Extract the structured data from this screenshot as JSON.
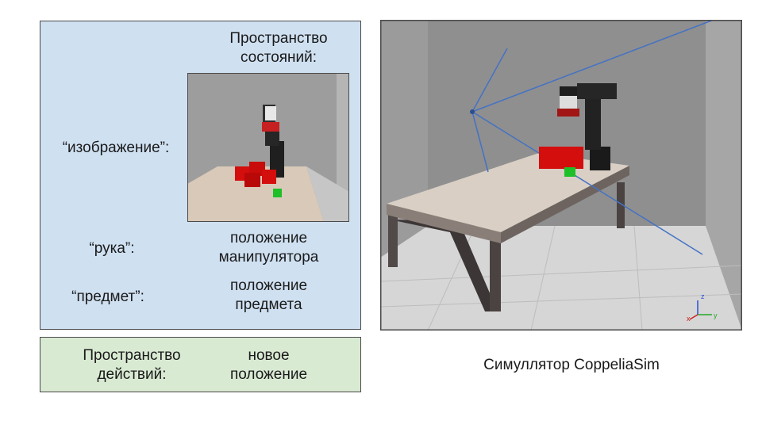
{
  "state_space": {
    "title_lines": [
      "Пространство",
      "состояний:"
    ],
    "image_label": "“изображение”:",
    "arm_label": "“рука”:",
    "arm_value_lines": [
      "положение",
      "манипулятора"
    ],
    "object_label": "“предмет”:",
    "object_value_lines": [
      "положение",
      "предмета"
    ]
  },
  "action_space": {
    "title_lines": [
      "Пространство",
      "действий:"
    ],
    "value_lines": [
      "новое",
      "положение"
    ]
  },
  "simulator": {
    "caption": "Симуллятор CoppeliaSim",
    "axes": {
      "z": "z",
      "x": "x",
      "y": "y"
    }
  },
  "colors": {
    "state_panel_bg": "#cfe0f1",
    "action_panel_bg": "#d9ead3",
    "object_red": "#d40d0d",
    "object_green": "#1fbf28",
    "camera_rays": "#4472c4"
  }
}
